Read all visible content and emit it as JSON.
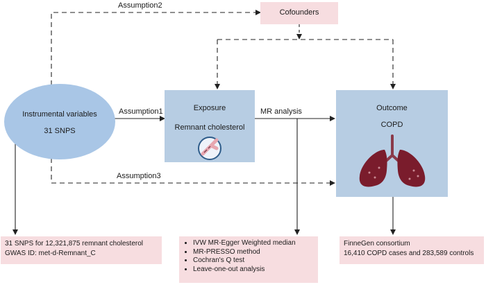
{
  "cofounders": "Cofounders",
  "iv": {
    "label": "Instrumental variables",
    "count": "31 SNPS"
  },
  "exposure": {
    "title": "Exposure",
    "name": "Remnant cholesterol"
  },
  "outcome": {
    "title": "Outcome",
    "name": "COPD"
  },
  "assumptions": {
    "a1": "Assumption1",
    "a2": "Assumption2",
    "a3": "Assumption3"
  },
  "mr_label": "MR analysis",
  "snp_box": {
    "line1": "31 SNPS for 12,321,875 remnant cholesterol",
    "line2": "GWAS ID: met-d-Remnant_C"
  },
  "methods": [
    "IVW MR-Egger Weighted median",
    "MR-PRESSO method",
    "Cochran's Q test",
    "Leave-one-out analysis"
  ],
  "finngen": {
    "line1": "FinneGen consortium",
    "line2": "16,410 COPD cases and 283,589 controls"
  },
  "colors": {
    "box_blue": "#b7cde3",
    "box_pink": "#f7dde0",
    "ellipse": "#a9c6e6",
    "line": "#222222"
  },
  "icons": {
    "exposure": "blood-vessel-icon",
    "outcome": "lungs-icon"
  }
}
